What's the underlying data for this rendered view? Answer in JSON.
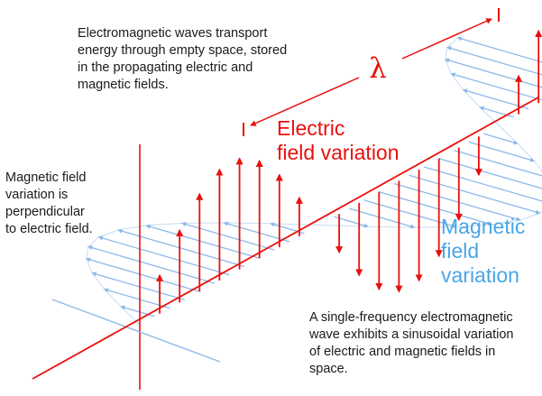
{
  "texts": {
    "intro": "Electromagnetic waves transport\nenergy through empty space, stored\nin the propagating electric and\nmagnetic fields.",
    "perpendicular_note": "Magnetic field\nvariation is\nperpendicular\nto electric field.",
    "summary": "A single-frequency electromagnetic\nwave exhibits a sinusoidal variation\nof electric and magnetic fields in\nspace."
  },
  "labels": {
    "electric": "Electric\nfield variation",
    "magnetic": "Magnetic\nfield\nvariation",
    "wavelength_symbol": "λ"
  },
  "colors": {
    "electric": "#e8100c",
    "magnetic": "#8cb9ea",
    "magnetic_text": "#49a6e6",
    "text": "#1a1a1a"
  },
  "wave": {
    "cycles_shown": 1.25,
    "electric_vectors_per_half_cycle": 9,
    "magnetic_vectors_per_half_cycle": 12
  }
}
